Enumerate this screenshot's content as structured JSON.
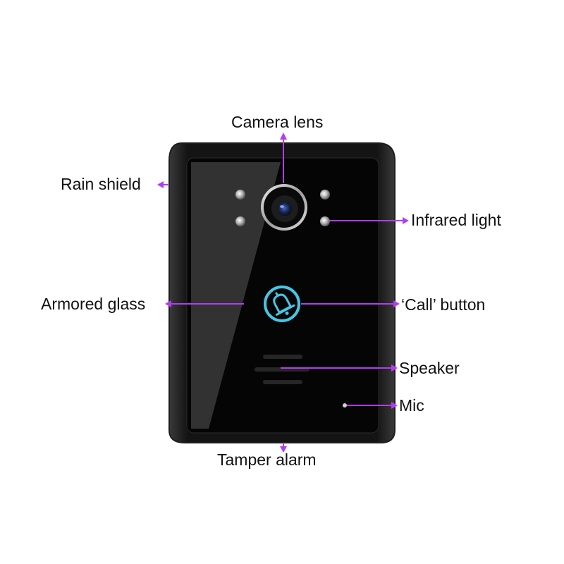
{
  "colors": {
    "arrow": "#b43cf0",
    "device_shell": "#111111",
    "device_glass": "#050505",
    "call_button_ring": "#45c6e6"
  },
  "icons": {
    "call_button": "bell-icon"
  },
  "labels": {
    "camera_lens": "Camera lens",
    "rain_shield": "Rain shield",
    "infrared_light": "Infrared light",
    "armored_glass": "Armored glass",
    "call_button": "‘Call’ button",
    "speaker": "Speaker",
    "mic": "Mic",
    "tamper_alarm": "Tamper alarm"
  }
}
